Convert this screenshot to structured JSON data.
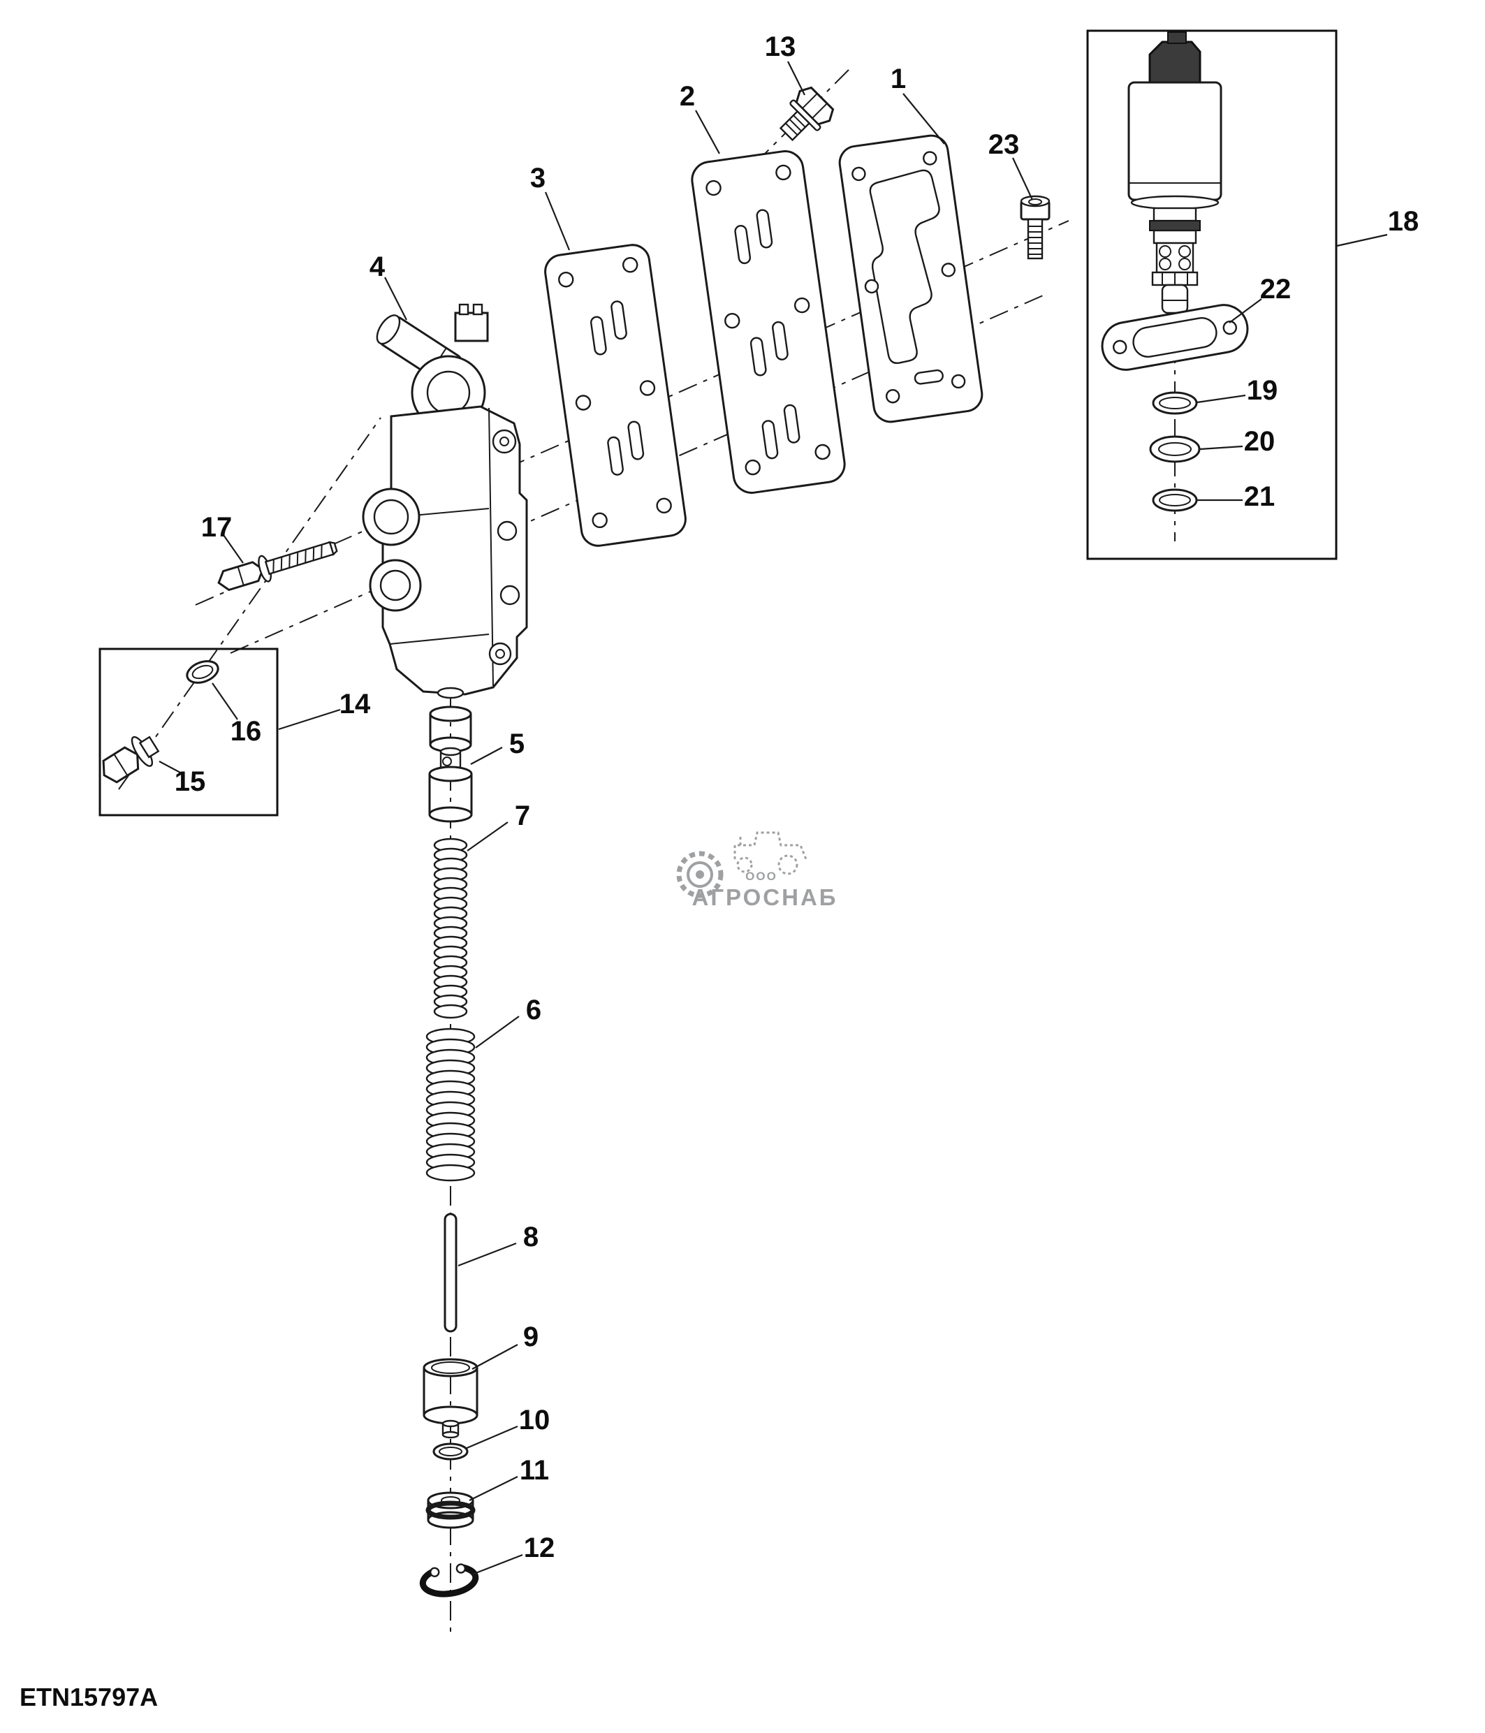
{
  "document": {
    "drawing_code": "ETN15797A"
  },
  "watermark": {
    "org_type": "ООО",
    "org_name": "АГРОСНАБ"
  },
  "colors": {
    "line": "#1a1a1a",
    "background": "#ffffff",
    "watermark_gray": "#8e9092"
  },
  "callouts": [
    {
      "label": "1"
    },
    {
      "label": "2"
    },
    {
      "label": "3"
    },
    {
      "label": "4"
    },
    {
      "label": "5"
    },
    {
      "label": "6"
    },
    {
      "label": "7"
    },
    {
      "label": "8"
    },
    {
      "label": "9"
    },
    {
      "label": "10"
    },
    {
      "label": "11"
    },
    {
      "label": "12"
    },
    {
      "label": "13"
    },
    {
      "label": "14"
    },
    {
      "label": "15"
    },
    {
      "label": "16"
    },
    {
      "label": "17"
    },
    {
      "label": "18"
    },
    {
      "label": "19"
    },
    {
      "label": "20"
    },
    {
      "label": "21"
    },
    {
      "label": "22"
    },
    {
      "label": "23"
    }
  ]
}
